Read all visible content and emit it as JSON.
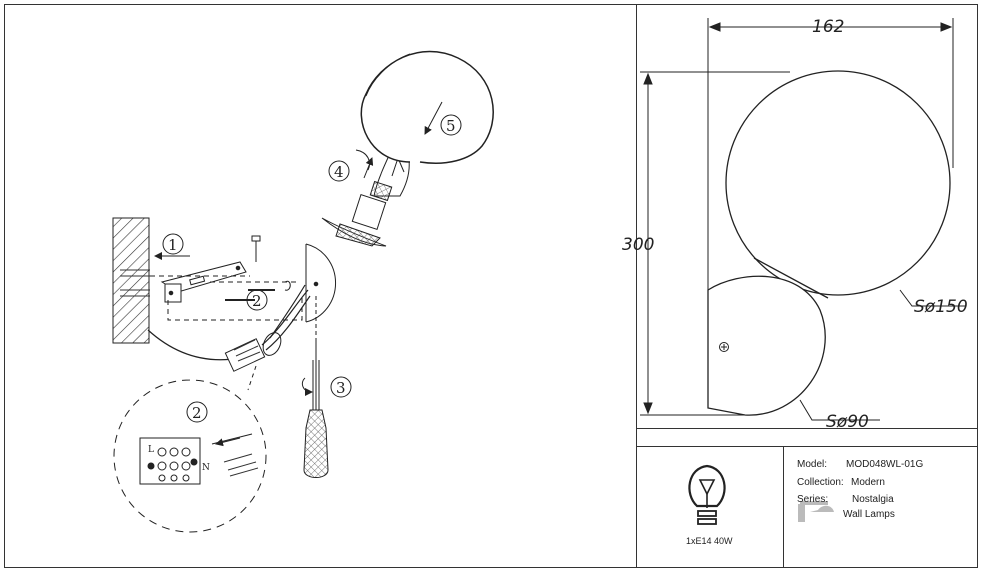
{
  "dimensions": {
    "width": "162",
    "height": "300",
    "large_sphere": "Sø150",
    "small_sphere": "Sø90"
  },
  "steps": [
    "1",
    "2",
    "3",
    "4",
    "5"
  ],
  "detail_step": "2",
  "terminal_labels": {
    "left": "L",
    "right": "N"
  },
  "bulb": {
    "spec": "1xE14 40W"
  },
  "spec": {
    "model_label": "Model:",
    "model_value": "MOD048WL-01G",
    "collection_label": "Collection:",
    "collection_value": "Modern",
    "series_label": "Series:",
    "series_value": "Nostalgia",
    "category_value": "Wall Lamps"
  },
  "icons": [
    "lightbulb-icon",
    "wall-lamp-icon",
    "screwdriver-icon",
    "screw-icon",
    "ground-symbol-icon"
  ]
}
